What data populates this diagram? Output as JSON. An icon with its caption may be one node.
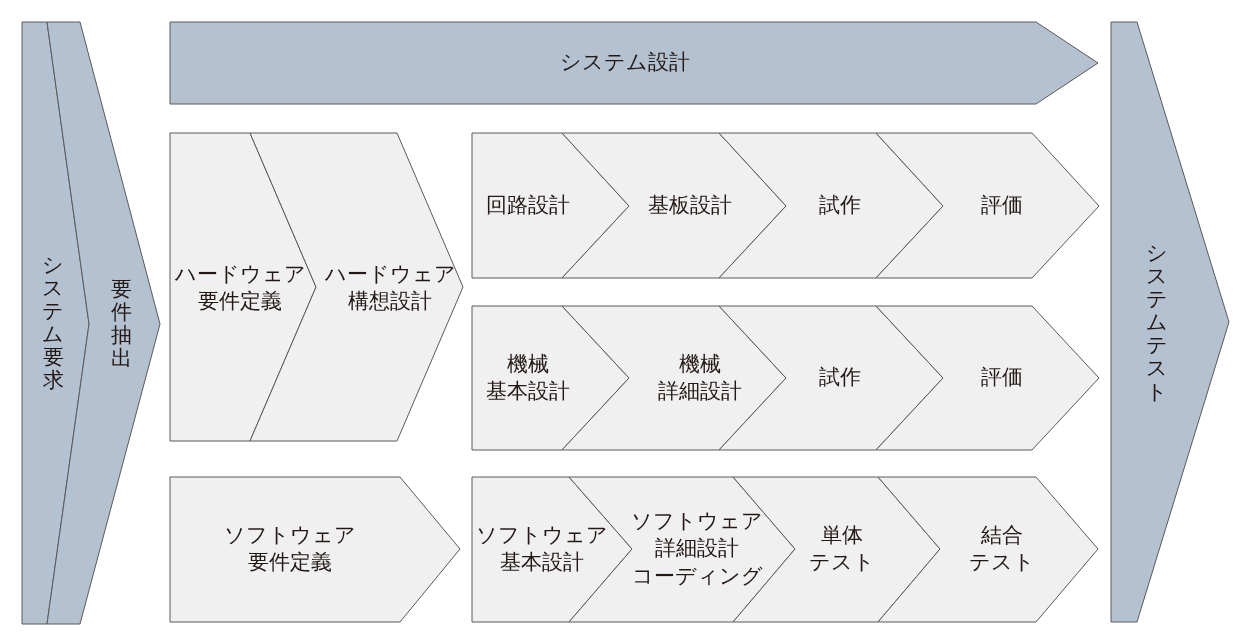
{
  "diagram": {
    "nodes": [
      {
        "text": [
          "システム要求"
        ]
      },
      {
        "text": [
          "要件抽出"
        ]
      },
      {
        "text": [
          "システム設計"
        ]
      },
      {
        "text": [
          "ハードウェア要件定義"
        ]
      },
      {
        "text": [
          "ハードウェア構想設計"
        ]
      },
      {
        "text": [
          "回路設計"
        ]
      },
      {
        "text": [
          "基板設計"
        ]
      },
      {
        "text": [
          "試作"
        ]
      },
      {
        "text": [
          "評価"
        ]
      },
      {
        "text": [
          "機械基本設計"
        ]
      },
      {
        "text": [
          "機械詳細設計"
        ]
      },
      {
        "text": [
          "試作"
        ]
      },
      {
        "text": [
          "評価"
        ]
      },
      {
        "text": [
          "ソフトウェア要件定義"
        ]
      },
      {
        "text": [
          "ソフトウェア基本設計"
        ]
      },
      {
        "text": [
          "ソフトウェア詳細設計コーディング"
        ]
      },
      {
        "text": [
          "単体テスト"
        ]
      },
      {
        "text": [
          "結合テスト"
        ]
      },
      {
        "text": [
          "システムテスト"
        ]
      }
    ]
  }
}
